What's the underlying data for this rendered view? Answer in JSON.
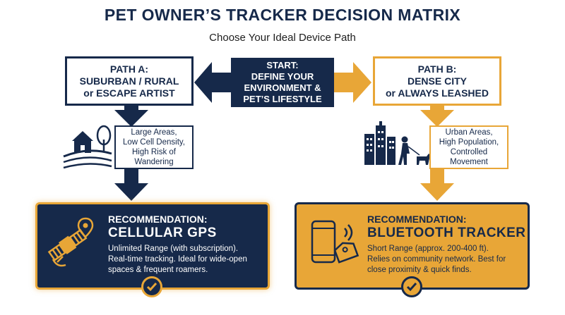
{
  "header": {
    "title": "PET OWNER’S TRACKER DECISION MATRIX",
    "subtitle": "Choose Your Ideal Device Path"
  },
  "start": {
    "line1": "START:",
    "line2": "DEFINE YOUR",
    "line3": "ENVIRONMENT &",
    "line4": "PET’S LIFESTYLE"
  },
  "path_a": {
    "line1": "PATH A:",
    "line2": "SUBURBAN / RURAL",
    "line3": "or ESCAPE ARTIST",
    "desc": [
      "Large Areas,",
      "Low Cell Density,",
      "High Risk of",
      "Wandering"
    ],
    "icon": "house-farm-icon"
  },
  "path_b": {
    "line1": "PATH B:",
    "line2": "DENSE CITY",
    "line3": "or ALWAYS LEASHED",
    "desc": [
      "Urban Areas,",
      "High Population,",
      "Controlled",
      "Movement"
    ],
    "icon": "city-dog-walker-icon"
  },
  "rec_a": {
    "heading": "RECOMMENDATION:",
    "title": "CELLULAR GPS",
    "body": [
      "Unlimited Range (with subscription).",
      "Real-time tracking. Ideal for wide-open",
      "spaces & frequent roamers."
    ],
    "icon": "satellite-location-icon"
  },
  "rec_b": {
    "heading": "RECOMMENDATION:",
    "title": "BLUETOOTH TRACKER",
    "body": [
      "Short Range (approx. 200-400 ft).",
      "Relies on community network. Best for",
      "close proximity & quick finds."
    ],
    "icon": "phone-tag-signal-icon"
  },
  "colors": {
    "navy": "#16294a",
    "gold": "#e8a637",
    "white": "#ffffff"
  }
}
